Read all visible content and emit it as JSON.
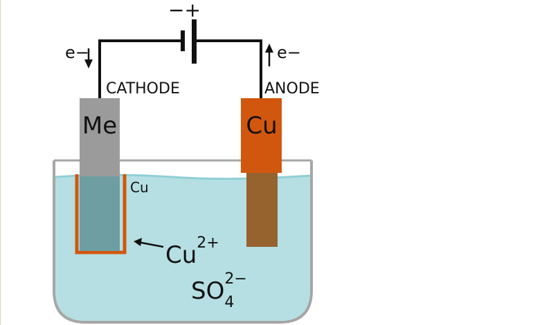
{
  "battery": {
    "polarity": "−+"
  },
  "electron_left": {
    "text": "e−"
  },
  "electron_right": {
    "text": "e−"
  },
  "cathode": {
    "label": "CATHODE",
    "electrode_text": "Me",
    "plating_text": "Cu"
  },
  "anode": {
    "label": "ANODE",
    "electrode_text": "Cu"
  },
  "ion_copper": {
    "base": "Cu",
    "charge": "2+"
  },
  "ion_sulfate": {
    "base": "SO",
    "subscript": "4",
    "charge": "2−"
  },
  "colors": {
    "solution": "#b5dfe3",
    "solution_surface": "#8fcfd6",
    "container_stroke": "#a6a6a6",
    "cathode_metal": "#9b9b9b",
    "cathode_submerged": "#6e9ea1",
    "copper": "#d2570e",
    "copper_submerged": "#96632f",
    "wire": "#111111"
  }
}
